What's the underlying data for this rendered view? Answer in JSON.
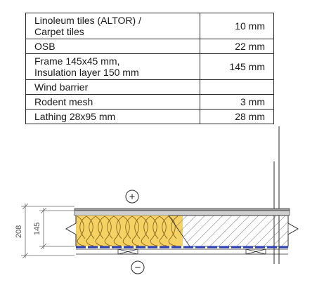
{
  "layers": [
    {
      "name": "Linoleum tiles (ALTOR) /\nCarpet tiles",
      "thickness": "10 mm"
    },
    {
      "name": "OSB",
      "thickness": "22 mm"
    },
    {
      "name": "Frame 145x45 mm,\nInsulation layer 150 mm",
      "thickness": "145 mm"
    },
    {
      "name": "Wind barrier",
      "thickness": ""
    },
    {
      "name": "Rodent mesh",
      "thickness": "3 mm"
    },
    {
      "name": "Lathing 28x95 mm",
      "thickness": "28 mm"
    }
  ],
  "symbols": {
    "warm_side": "+",
    "cold_side": "−"
  },
  "dimensions": {
    "total": "208",
    "insulation": "145"
  },
  "colors": {
    "insulation": "#f6d265",
    "barrier": "#2a3fb4",
    "board": "#cfcfcf",
    "line": "#2a2a2a"
  }
}
